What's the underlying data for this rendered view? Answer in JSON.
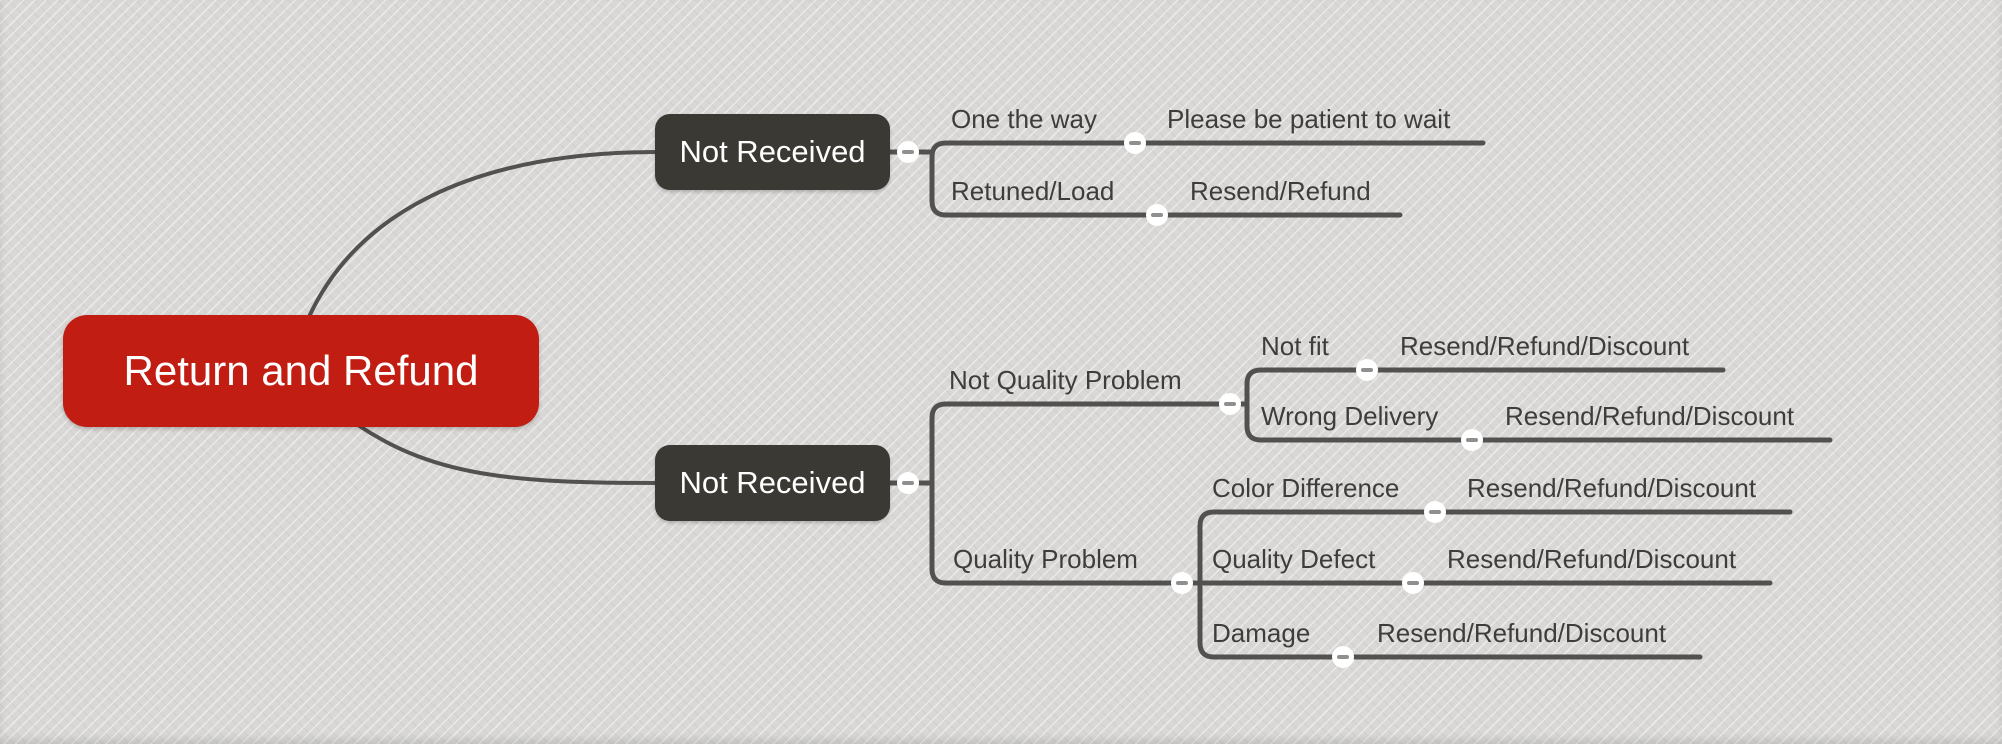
{
  "colors": {
    "canvas_bg": "#d9d8d6",
    "root_bg": "#c21d12",
    "root_text": "#ffffff",
    "branch_bg": "#3a3933",
    "branch_text": "#ffffff",
    "line": "#52514f",
    "topic_text": "#3e3d3b",
    "collapse_bg": "#ffffff",
    "collapse_glyph": "#8f8f8d"
  },
  "mindmap": {
    "root": {
      "label": "Return and Refund"
    },
    "branches": [
      {
        "label": "Not Received",
        "children": [
          {
            "label": "One the way",
            "children": [
              {
                "label": "Please be patient to wait"
              }
            ]
          },
          {
            "label": "Retuned/Load",
            "children": [
              {
                "label": "Resend/Refund"
              }
            ]
          }
        ]
      },
      {
        "label": "Not Received",
        "children": [
          {
            "label": "Not Quality Problem",
            "children": [
              {
                "label": "Not fit",
                "children": [
                  {
                    "label": "Resend/Refund/Discount"
                  }
                ]
              },
              {
                "label": "Wrong Delivery",
                "children": [
                  {
                    "label": "Resend/Refund/Discount"
                  }
                ]
              }
            ]
          },
          {
            "label": "Quality Problem",
            "children": [
              {
                "label": "Color Difference",
                "children": [
                  {
                    "label": "Resend/Refund/Discount"
                  }
                ]
              },
              {
                "label": "Quality Defect",
                "children": [
                  {
                    "label": "Resend/Refund/Discount"
                  }
                ]
              },
              {
                "label": "Damage",
                "children": [
                  {
                    "label": "Resend/Refund/Discount"
                  }
                ]
              }
            ]
          }
        ]
      }
    ]
  }
}
